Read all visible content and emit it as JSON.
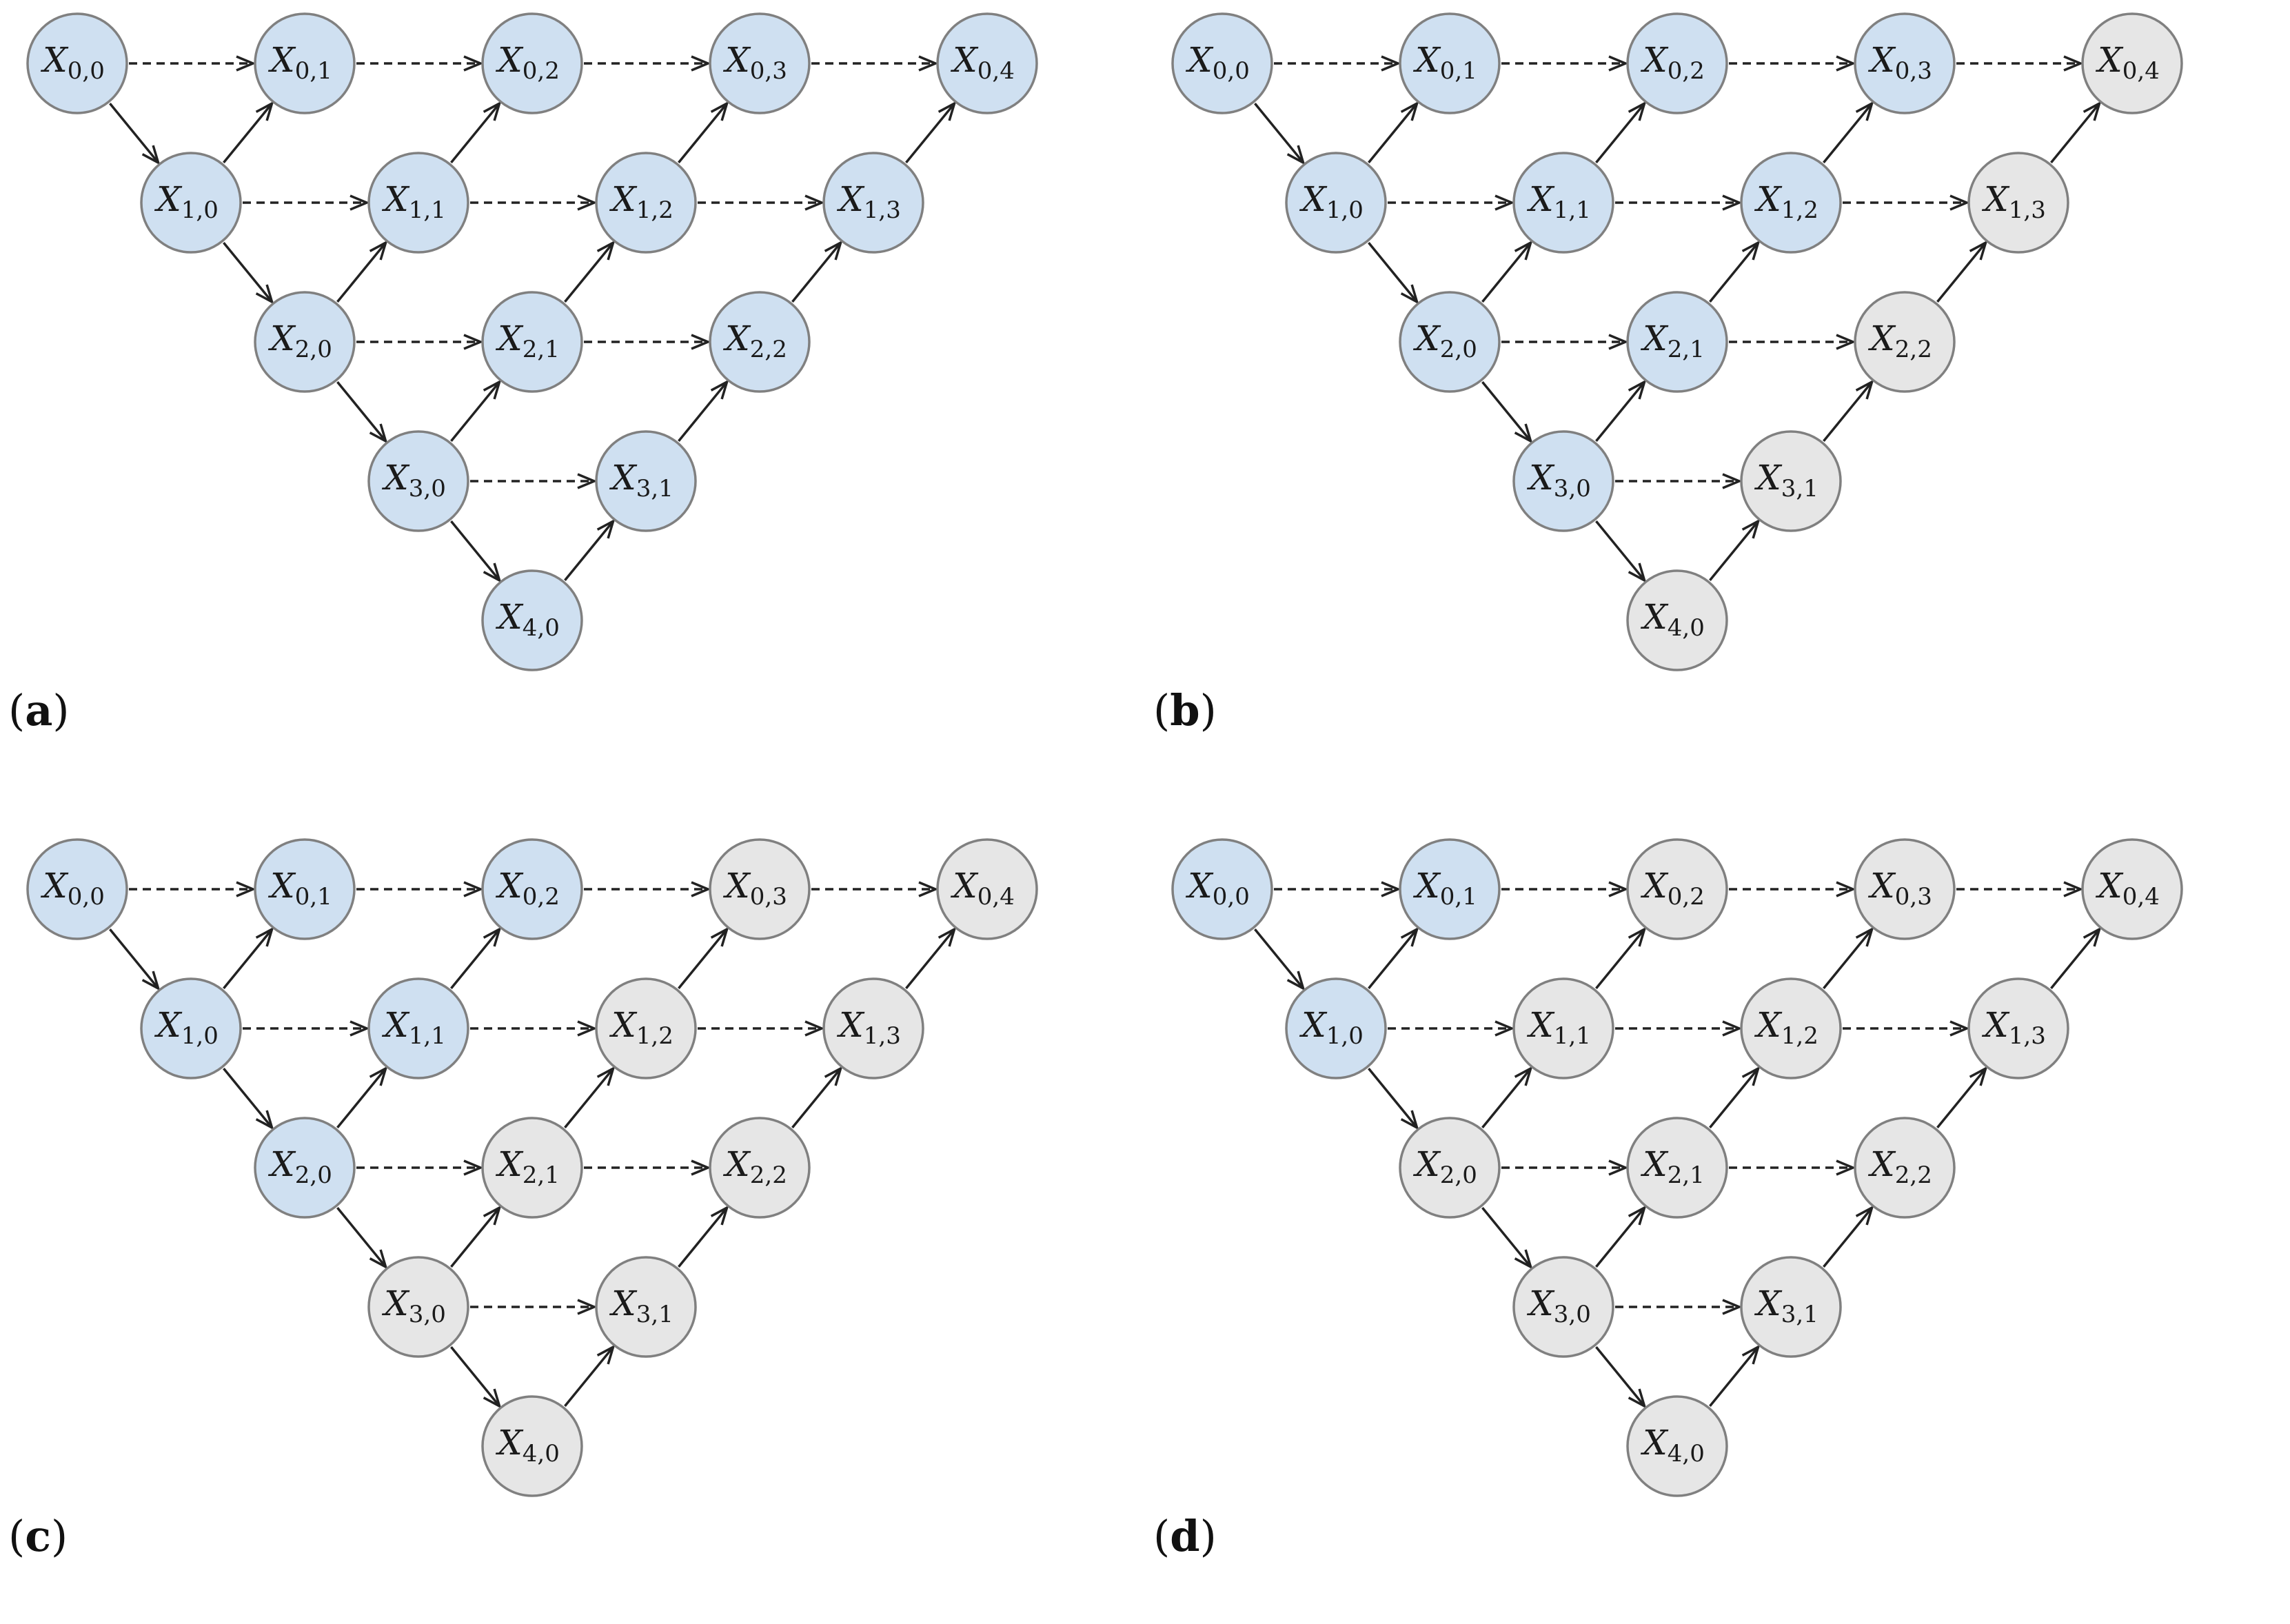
{
  "colors": {
    "active": "#cfe0f1",
    "inactive": "#e6e6e6",
    "stroke": "#808080",
    "edge": "#222222"
  },
  "node_symbol": "X",
  "nodes": [
    {
      "i": 0,
      "j": 0,
      "sub": "0,0"
    },
    {
      "i": 0,
      "j": 1,
      "sub": "0,1"
    },
    {
      "i": 0,
      "j": 2,
      "sub": "0,2"
    },
    {
      "i": 0,
      "j": 3,
      "sub": "0,3"
    },
    {
      "i": 0,
      "j": 4,
      "sub": "0,4"
    },
    {
      "i": 1,
      "j": 0,
      "sub": "1,0"
    },
    {
      "i": 1,
      "j": 1,
      "sub": "1,1"
    },
    {
      "i": 1,
      "j": 2,
      "sub": "1,2"
    },
    {
      "i": 1,
      "j": 3,
      "sub": "1,3"
    },
    {
      "i": 2,
      "j": 0,
      "sub": "2,0"
    },
    {
      "i": 2,
      "j": 1,
      "sub": "2,1"
    },
    {
      "i": 2,
      "j": 2,
      "sub": "2,2"
    },
    {
      "i": 3,
      "j": 0,
      "sub": "3,0"
    },
    {
      "i": 3,
      "j": 1,
      "sub": "3,1"
    },
    {
      "i": 4,
      "j": 0,
      "sub": "4,0"
    }
  ],
  "edges": {
    "solid_down": "X(i,0) -> X(i+1,0)",
    "solid_up": "X(i+1,j-1) -> X(i,j)",
    "dashed_skip": "X(i,j-1) -> X(i,j)"
  },
  "panels": [
    {
      "letter": "a",
      "active": [
        "0,0",
        "0,1",
        "0,2",
        "0,3",
        "0,4",
        "1,0",
        "1,1",
        "1,2",
        "1,3",
        "2,0",
        "2,1",
        "2,2",
        "3,0",
        "3,1",
        "4,0"
      ]
    },
    {
      "letter": "b",
      "active": [
        "0,0",
        "0,1",
        "0,2",
        "0,3",
        "1,0",
        "1,1",
        "1,2",
        "2,0",
        "2,1",
        "3,0"
      ]
    },
    {
      "letter": "c",
      "active": [
        "0,0",
        "0,1",
        "0,2",
        "1,0",
        "1,1",
        "2,0"
      ]
    },
    {
      "letter": "d",
      "active": [
        "0,0",
        "0,1",
        "1,0"
      ]
    }
  ]
}
